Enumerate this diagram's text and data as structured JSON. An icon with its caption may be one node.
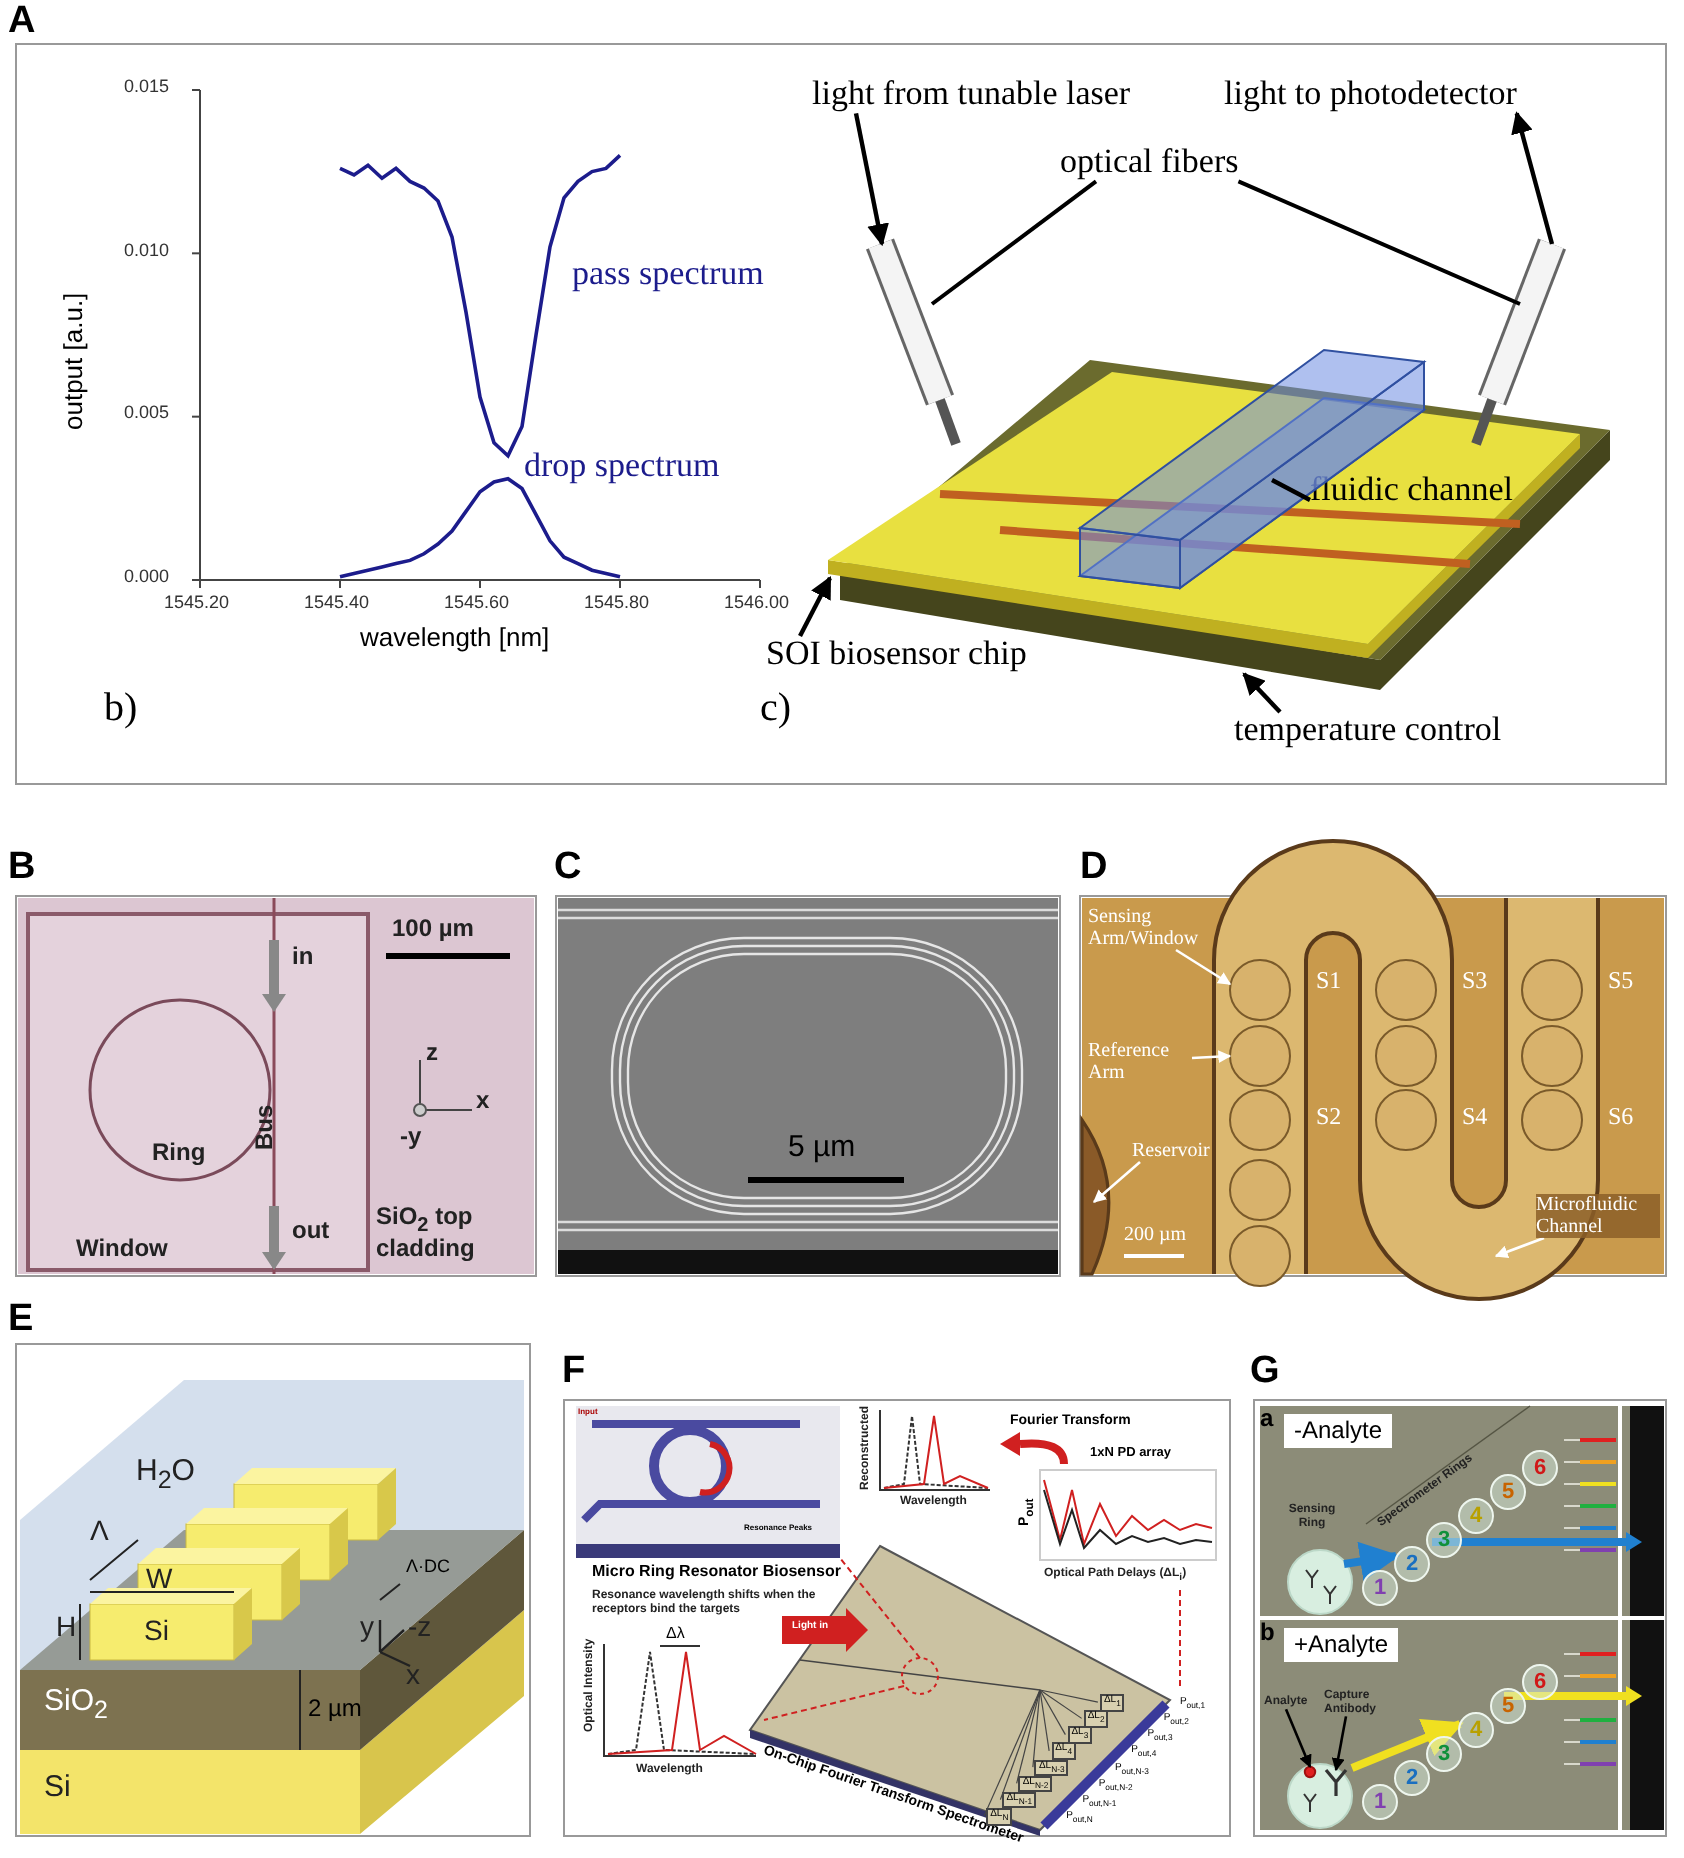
{
  "diagram": {
    "nodes": [
      {
        "text": [
          "light from tunable laser"
        ]
      },
      {
        "text": [
          "light to photodetector"
        ]
      },
      {
        "text": [
          "optical fibers"
        ]
      },
      {
        "text": [],
        "shape": "cylinder"
      },
      {
        "text": [],
        "shape": "cylinder"
      },
      {
        "text": [
          "fluidic channel"
        ],
        "in": 8
      },
      {
        "text": [],
        "shape": "box",
        "in": 8
      },
      {
        "text": [
          "SOI biosensor chip"
        ]
      },
      {
        "text": [],
        "shape": "box"
      },
      {
        "text": [
          "temperature control"
        ]
      },
      {
        "text": [],
        "shape": "box"
      },
      {
        "text": [
          "Sensing Arm/Window"
        ]
      },
      {
        "text": [],
        "shape": "circle",
        "in": 36
      },
      {
        "text": [
          "Reference Arm"
        ]
      },
      {
        "text": [],
        "shape": "circle",
        "in": 36
      },
      {
        "text": [
          "Reservoir"
        ]
      },
      {
        "text": [
          "Microfluidic Channel"
        ]
      },
      {
        "text": [
          "-Analyte"
        ]
      },
      {
        "text": [
          "1"
        ]
      },
      {
        "text": [
          "2"
        ]
      },
      {
        "text": [
          "3"
        ]
      },
      {
        "text": [
          "4"
        ]
      },
      {
        "text": [
          "5"
        ]
      },
      {
        "text": [
          "6"
        ]
      },
      {
        "text": [
          "+Analyte"
        ]
      },
      {
        "text": [
          "1"
        ]
      },
      {
        "text": [
          "2"
        ]
      },
      {
        "text": [
          "3"
        ]
      },
      {
        "text": [
          "4"
        ]
      },
      {
        "text": [
          "5"
        ]
      },
      {
        "text": [
          "6"
        ]
      },
      {
        "text": [
          "Analyte"
        ]
      },
      {
        "text": [],
        "shape": "circle",
        "in": 38
      },
      {
        "text": [
          "Capture Antibody"
        ]
      },
      {
        "text": [],
        "shape": "picture",
        "in": 38
      },
      {
        "text": [],
        "shape": "box"
      },
      {
        "text": [],
        "shape": "picture"
      },
      {
        "text": [],
        "shape": "circle"
      },
      {
        "text": [],
        "shape": "circle"
      }
    ],
    "edges": [
      {
        "from": 0,
        "to": 3,
        "arrow": "to"
      },
      {
        "from": 4,
        "to": 1,
        "arrow": "to"
      },
      {
        "from": 2,
        "to": 3,
        "arrow": "none"
      },
      {
        "from": 2,
        "to": 4,
        "arrow": "none"
      },
      {
        "from": 5,
        "to": 6,
        "arrow": "none"
      },
      {
        "from": 7,
        "to": 8,
        "arrow": "to"
      },
      {
        "from": 9,
        "to": 10,
        "arrow": "to"
      },
      {
        "from": 11,
        "to": 12,
        "arrow": "to",
        "color": "#ffffff"
      },
      {
        "from": 13,
        "to": 14,
        "arrow": "to",
        "color": "#ffffff"
      },
      {
        "from": 15,
        "to": 35,
        "arrow": "to",
        "color": "#ffffff"
      },
      {
        "from": 16,
        "to": 36,
        "arrow": "to",
        "color": "#ffffff"
      },
      {
        "from": 31,
        "to": 32,
        "arrow": "to"
      },
      {
        "from": 33,
        "to": 34,
        "arrow": "to"
      },
      {
        "from": 37,
        "to": 19,
        "arrow": "to",
        "style": "thick",
        "color": "#2080d0"
      },
      {
        "from": 38,
        "to": 28,
        "arrow": "to",
        "style": "thick",
        "color": "#f0e020"
      }
    ],
    "labels": [
      "A",
      "b)",
      "c)",
      "B",
      "in",
      "100 µm",
      "z",
      "x",
      "-y",
      "Ring",
      "Bus",
      "out",
      "Window",
      "SiO$_{2}$ top cladding",
      "C",
      "5 µm",
      "D",
      "S1",
      "S3",
      "S5",
      "S2",
      "S4",
      "S6",
      "200 µm",
      "E",
      "H$_{2}$O",
      "Λ",
      "Λ·DC",
      "W",
      "H",
      "Si",
      "y",
      "-z",
      "x",
      "SiO$_{2}$",
      "2 µm",
      "Si",
      "F",
      "Input",
      "Resonance Peaks",
      "Micro Ring Resonator Biosensor",
      "Reconstructed",
      "Wavelength",
      "Fourier Transform",
      "1xN PD array",
      "P$_{out}$",
      "Optical Path Delays (ΔL$_{i}$)",
      "Resonance wavelength shifts when the receptors bind the targets",
      "Δλ",
      "Optical Intensity",
      "Wavelength",
      "Light in",
      "On-Chip Fourier Transform Spectrometer",
      "ΔL$_{1}$",
      "ΔL$_{2}$",
      "ΔL$_{3}$",
      "ΔL$_{4}$",
      "ΔL$_{N-3}$",
      "ΔL$_{N-2}$",
      "ΔL$_{N-1}$",
      "ΔL$_{N}$",
      "P$_{out,1}$",
      "P$_{out,2}$",
      "P$_{out,3}$",
      "P$_{out,4}$",
      "P$_{out,N-3}$",
      "P$_{out,N-2}$",
      "P$_{out,N-1}$",
      "P$_{out,N}$",
      "G",
      "a",
      "Sensing Ring",
      "Spectrometer Rings",
      "b"
    ],
    "chart_data": {
      "type": "line",
      "xlabel": "wavelength [nm]",
      "ylabel": "output [a.u.]",
      "x": [
        1545.4,
        1545.42,
        1545.44,
        1545.46,
        1545.48,
        1545.5,
        1545.52,
        1545.54,
        1545.56,
        1545.58,
        1545.6,
        1545.62,
        1545.64,
        1545.66,
        1545.68,
        1545.7,
        1545.72,
        1545.74,
        1545.76,
        1545.78,
        1545.8
      ],
      "series": [
        {
          "name": "pass spectrum",
          "color": "#1c1c8c",
          "values": [
            0.0126,
            0.0124,
            0.0127,
            0.0123,
            0.0126,
            0.0122,
            0.012,
            0.0116,
            0.0105,
            0.0082,
            0.0056,
            0.0042,
            0.0038,
            0.0047,
            0.0075,
            0.0102,
            0.0117,
            0.0122,
            0.0125,
            0.0126,
            0.013
          ]
        },
        {
          "name": "drop spectrum",
          "color": "#1c1c8c",
          "values": [
            0.0001,
            0.0002,
            0.0003,
            0.0004,
            0.0005,
            0.0006,
            0.0008,
            0.0011,
            0.0015,
            0.0021,
            0.0027,
            0.003,
            0.0031,
            0.0028,
            0.002,
            0.0012,
            0.0007,
            0.0005,
            0.0003,
            0.0002,
            0.0001
          ]
        }
      ],
      "xlim": [
        1545.2,
        1546.0
      ],
      "ylim": [
        0,
        0.015
      ],
      "xticks": [
        {
          "value": 1545.2,
          "label": "1545.20"
        },
        {
          "value": 1545.4,
          "label": "1545.40"
        },
        {
          "value": 1545.6,
          "label": "1545.60"
        },
        {
          "value": 1545.8,
          "label": "1545.80"
        },
        {
          "value": 1546.0,
          "label": "1546.00"
        }
      ],
      "yticks": [
        {
          "value": 0,
          "label": "0.000"
        },
        {
          "value": 0.005,
          "label": "0.005"
        },
        {
          "value": 0.01,
          "label": "0.010"
        },
        {
          "value": 0.015,
          "label": "0.015"
        }
      ]
    }
  }
}
